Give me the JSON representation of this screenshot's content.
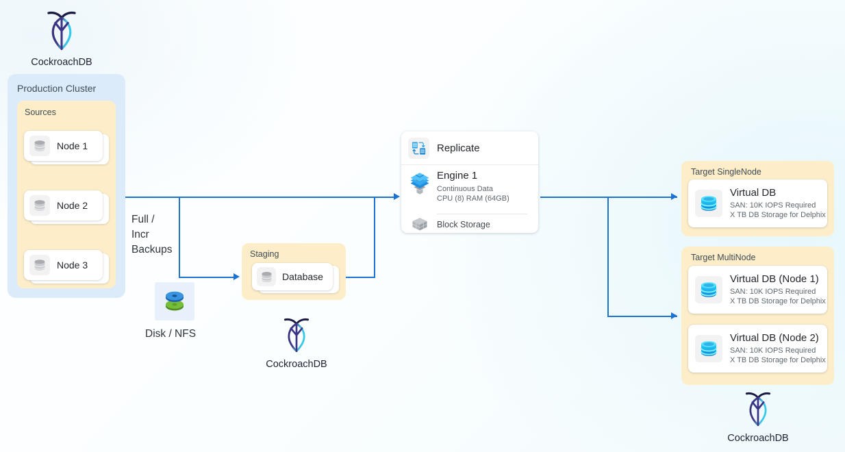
{
  "brand": {
    "name": "CockroachDB",
    "navy": "#2d2a6e",
    "cyan": "#3ecfe6"
  },
  "colors": {
    "panel_blue": "#dcebfa",
    "panel_yellow": "#fdeec9",
    "connector": "#1b72d0",
    "card_white": "#ffffff"
  },
  "logos": [
    {
      "id": "logo-top-left",
      "caption": "CockroachDB"
    },
    {
      "id": "logo-staging",
      "caption": "CockroachDB"
    },
    {
      "id": "logo-target",
      "caption": "CockroachDB"
    }
  ],
  "production_cluster": {
    "title": "Production Cluster",
    "sources": {
      "title": "Sources",
      "nodes": [
        {
          "label": "Node 1",
          "icon": "database-cylinder-icon"
        },
        {
          "label": "Node 2",
          "icon": "database-cylinder-icon"
        },
        {
          "label": "Node 3",
          "icon": "database-cylinder-icon"
        }
      ]
    }
  },
  "backups_label": "Full /\nIncr\nBackups",
  "disk_nfs": {
    "label": "Disk / NFS",
    "icon": "disk-stack-icon"
  },
  "staging": {
    "title": "Staging",
    "database": {
      "label": "Database",
      "icon": "database-cylinder-icon"
    }
  },
  "replicate_card": {
    "header": {
      "label": "Replicate",
      "icon": "replicate-icon"
    },
    "engine": {
      "label": "Engine 1",
      "icon": "engine-cluster-icon",
      "sub": [
        "Continuous Data",
        "CPU (8) RAM (64GB)"
      ]
    },
    "block_storage": {
      "label": "Block Storage",
      "icon": "block-storage-icon"
    }
  },
  "targets": [
    {
      "title": "Target SingleNode",
      "items": [
        {
          "label": "Virtual DB",
          "icon": "virtual-db-icon",
          "sub": [
            "SAN: 10K IOPS Required",
            "X TB DB Storage for Delphix"
          ]
        }
      ]
    },
    {
      "title": "Target MultiNode",
      "items": [
        {
          "label": "Virtual DB (Node 1)",
          "icon": "virtual-db-icon",
          "sub": [
            "SAN: 10K IOPS Required",
            "X TB DB Storage for Delphix"
          ]
        },
        {
          "label": "Virtual DB (Node 2)",
          "icon": "virtual-db-icon",
          "sub": [
            "SAN: 10K IOPS Required",
            "X TB DB Storage for Delphix"
          ]
        }
      ]
    }
  ]
}
